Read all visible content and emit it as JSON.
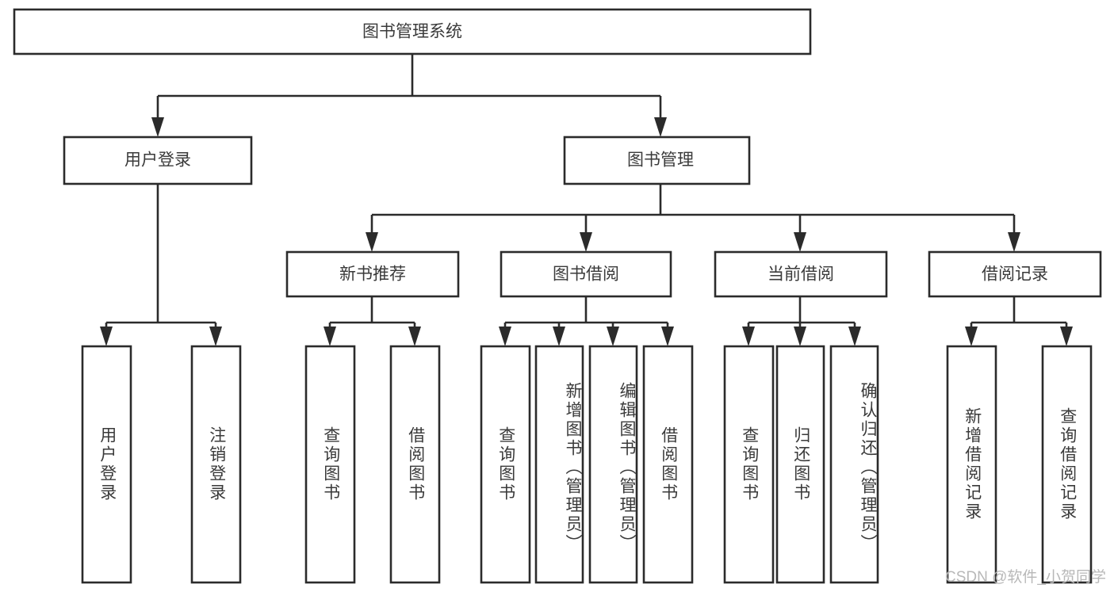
{
  "diagram": {
    "title_node": {
      "label": "图书管理系统"
    },
    "level1": [
      {
        "id": "user-login",
        "label": "用户登录"
      },
      {
        "id": "book-management",
        "label": "图书管理"
      }
    ],
    "level2": [
      {
        "id": "new-book-recommend",
        "label": "新书推荐"
      },
      {
        "id": "book-borrow",
        "label": "图书借阅"
      },
      {
        "id": "current-borrow",
        "label": "当前借阅"
      },
      {
        "id": "borrow-record",
        "label": "借阅记录"
      }
    ],
    "leaves": {
      "user_login": [
        {
          "id": "leaf-user-login",
          "label": "用户登录"
        },
        {
          "id": "leaf-logout-login",
          "label": "注销登录"
        }
      ],
      "new_book_recommend": [
        {
          "id": "leaf-query-book-1",
          "label": "查询图书"
        },
        {
          "id": "leaf-borrow-book-1",
          "label": "借阅图书"
        }
      ],
      "book_borrow": [
        {
          "id": "leaf-query-book-2",
          "label": "查询图书"
        },
        {
          "id": "leaf-add-book",
          "label": "新增图书（管理员）"
        },
        {
          "id": "leaf-edit-book",
          "label": "编辑图书（管理员）"
        },
        {
          "id": "leaf-borrow-book-2",
          "label": "借阅图书"
        }
      ],
      "current_borrow": [
        {
          "id": "leaf-query-book-3",
          "label": "查询图书"
        },
        {
          "id": "leaf-return-book",
          "label": "归还图书"
        },
        {
          "id": "leaf-confirm-return",
          "label": "确认归还（管理员）"
        }
      ],
      "borrow_record": [
        {
          "id": "leaf-add-record",
          "label": "新增借阅记录"
        },
        {
          "id": "leaf-query-record",
          "label": "查询借阅记录"
        }
      ]
    }
  },
  "watermark": {
    "text": "CSDN @软件_小贺同学"
  },
  "colors": {
    "stroke": "#2b2b2b",
    "fill": "#ffffff",
    "text": "#3a3a3a",
    "watermark": "#b8b8b8",
    "background": "#ffffff"
  }
}
